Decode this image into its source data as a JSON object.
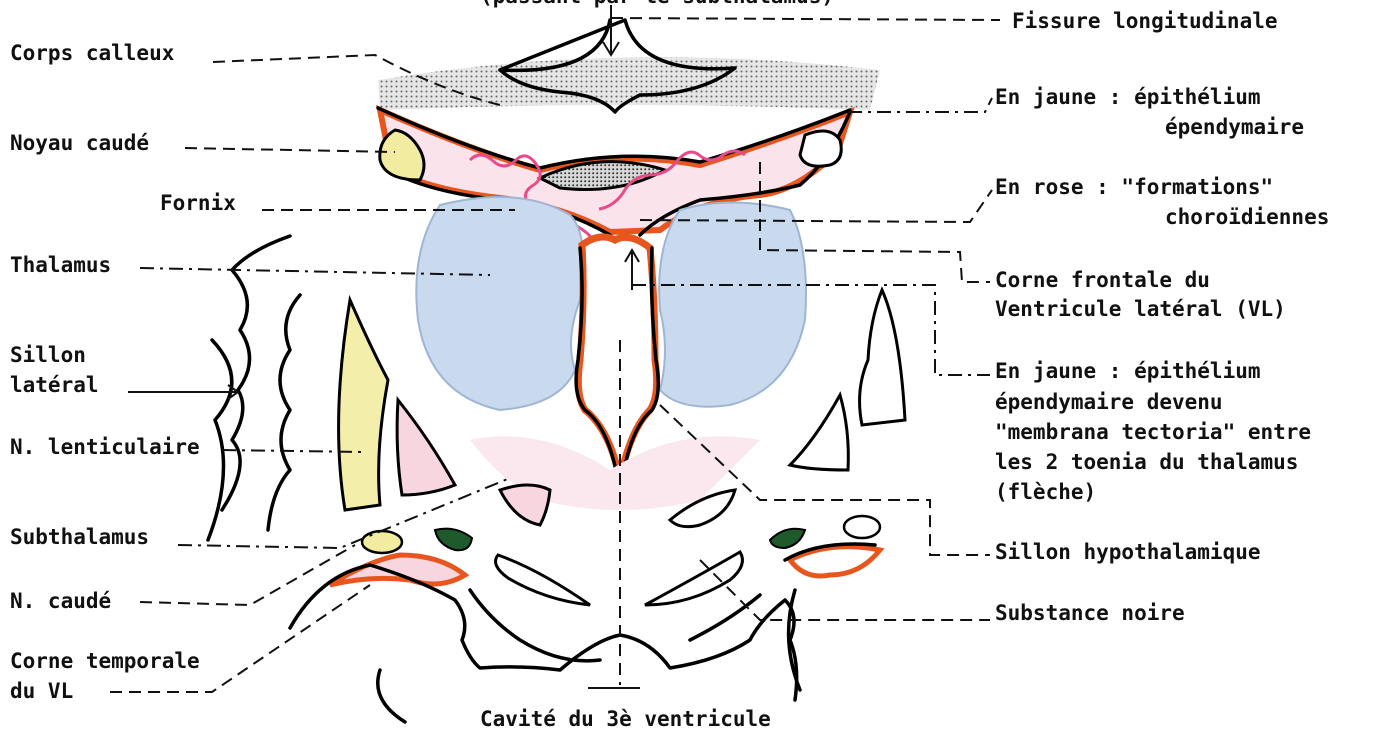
{
  "diagram": {
    "top_caption": "(passant par le subthalamus)",
    "labels": {
      "corps_calleux": "Corps calleux",
      "noyau_caude": "Noyau caudé",
      "fornix": "Fornix",
      "thalamus": "Thalamus",
      "sillon_lateral_1": "Sillon",
      "sillon_lateral_2": "latéral",
      "n_lenticulaire": "N. lenticulaire",
      "subthalamus": "Subthalamus",
      "n_caude": "N. caudé",
      "corne_temporale_1": "Corne temporale",
      "corne_temporale_2": "du VL",
      "cavite_3e_ventricule": "Cavité du 3è ventricule",
      "fissure_longitudinale": "Fissure longitudinale",
      "en_jaune_1_a": "En jaune : épithélium",
      "en_jaune_1_b": "épendymaire",
      "en_rose_a": "En rose   : \"formations\"",
      "en_rose_b": "choroïdiennes",
      "corne_frontale_a": "Corne frontale du",
      "corne_frontale_b": "Ventricule latéral (VL)",
      "en_jaune_2_a": "En jaune : épithélium",
      "en_jaune_2_b": "épendymaire devenu",
      "en_jaune_2_c": "\"membrana tectoria\" entre",
      "en_jaune_2_d": "les 2 toenia du thalamus",
      "en_jaune_2_e": "(flèche)",
      "sillon_hypothalamique": "Sillon hypothalamique",
      "substance_noire": "Substance noire"
    },
    "colors": {
      "ependyma": "#e8561f",
      "choroid": "#e84a8a",
      "thalamus": "#c9d9ee",
      "lenticular": "#f3eeaa",
      "caudate": "#f2eca0",
      "substantia_nigra": "#1f5a2c",
      "pink_area": "#f7d6df",
      "corpus_callosum": "#cfcfcf"
    }
  }
}
